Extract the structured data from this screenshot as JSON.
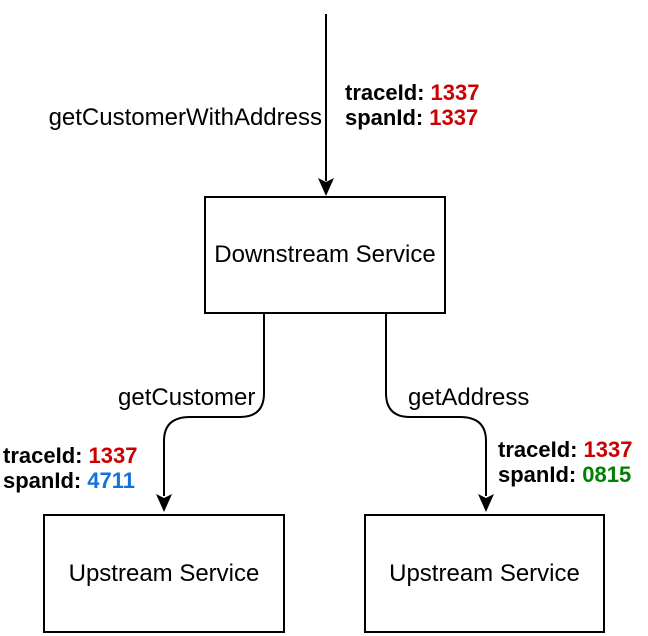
{
  "nodes": {
    "downstream": {
      "label": "Downstream Service"
    },
    "upstream_left": {
      "label": "Upstream Service"
    },
    "upstream_right": {
      "label": "Upstream Service"
    }
  },
  "edges": {
    "root": {
      "label": "getCustomerWithAddress"
    },
    "customer": {
      "label": "getCustomer"
    },
    "address": {
      "label": "getAddress"
    }
  },
  "annotations": {
    "root": {
      "trace_label": "traceId:",
      "trace_value": "1337",
      "trace_color": "#cc0000",
      "span_label": "spanId:",
      "span_value": "1337",
      "span_color": "#cc0000"
    },
    "customer": {
      "trace_label": "traceId:",
      "trace_value": "1337",
      "trace_color": "#cc0000",
      "span_label": "spanId:",
      "span_value": "4711",
      "span_color": "#1273de"
    },
    "address": {
      "trace_label": "traceId:",
      "trace_value": "1337",
      "trace_color": "#cc0000",
      "span_label": "spanId:",
      "span_value": "0815",
      "span_color": "#008000"
    }
  },
  "colors": {
    "line": "#000000",
    "node_border": "#000000",
    "node_fill": "#ffffff",
    "text": "#000000"
  }
}
